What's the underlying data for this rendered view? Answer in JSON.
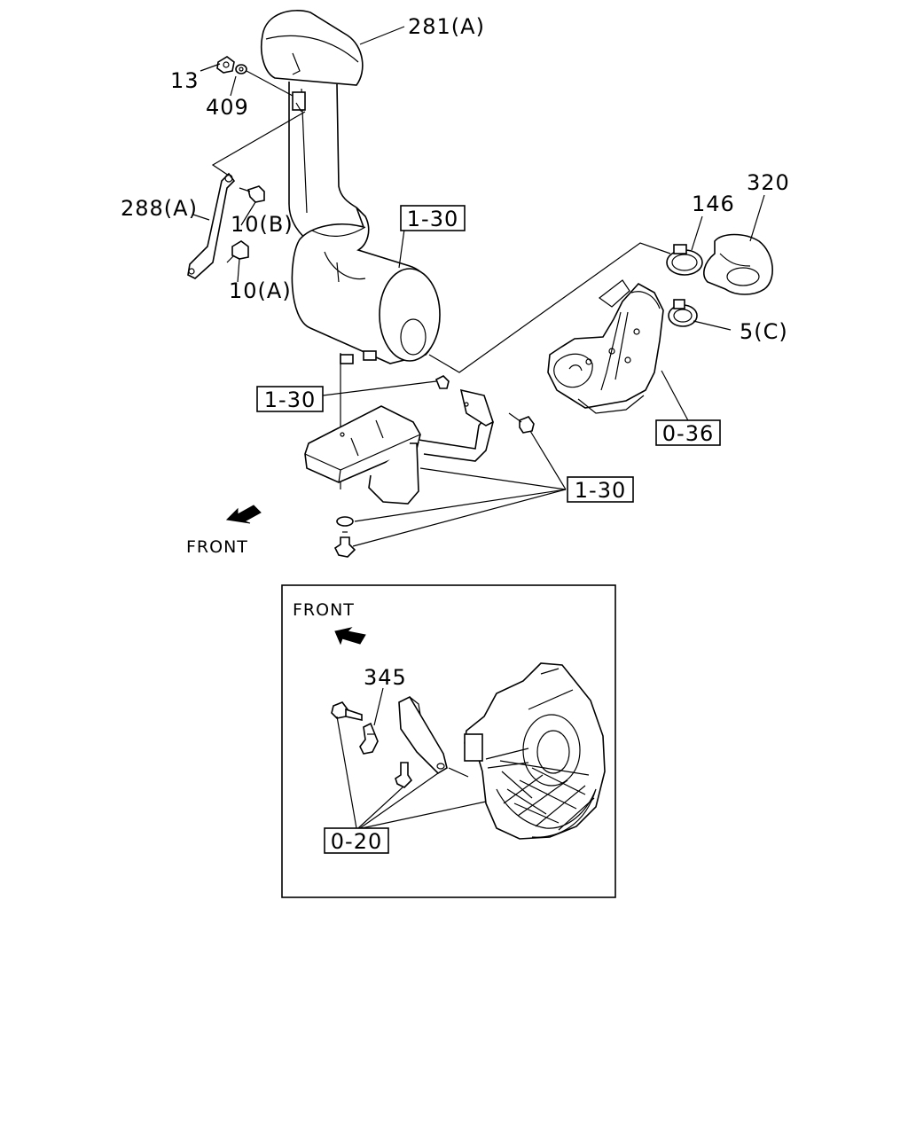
{
  "labels": {
    "p281a": "281(A)",
    "p13": "13",
    "p409": "409",
    "p288a": "288(A)",
    "p10b": "10(B)",
    "p10a": "10(A)",
    "p146": "146",
    "p320": "320",
    "p5c": "5(C)",
    "ref_1_30_top": "1-30",
    "ref_1_30_mid": "1-30",
    "ref_1_30_right": "1-30",
    "ref_0_36": "0-36",
    "front_main": "FRONT",
    "front_inset": "FRONT",
    "p345": "345",
    "ref_0_20": "0-20"
  }
}
